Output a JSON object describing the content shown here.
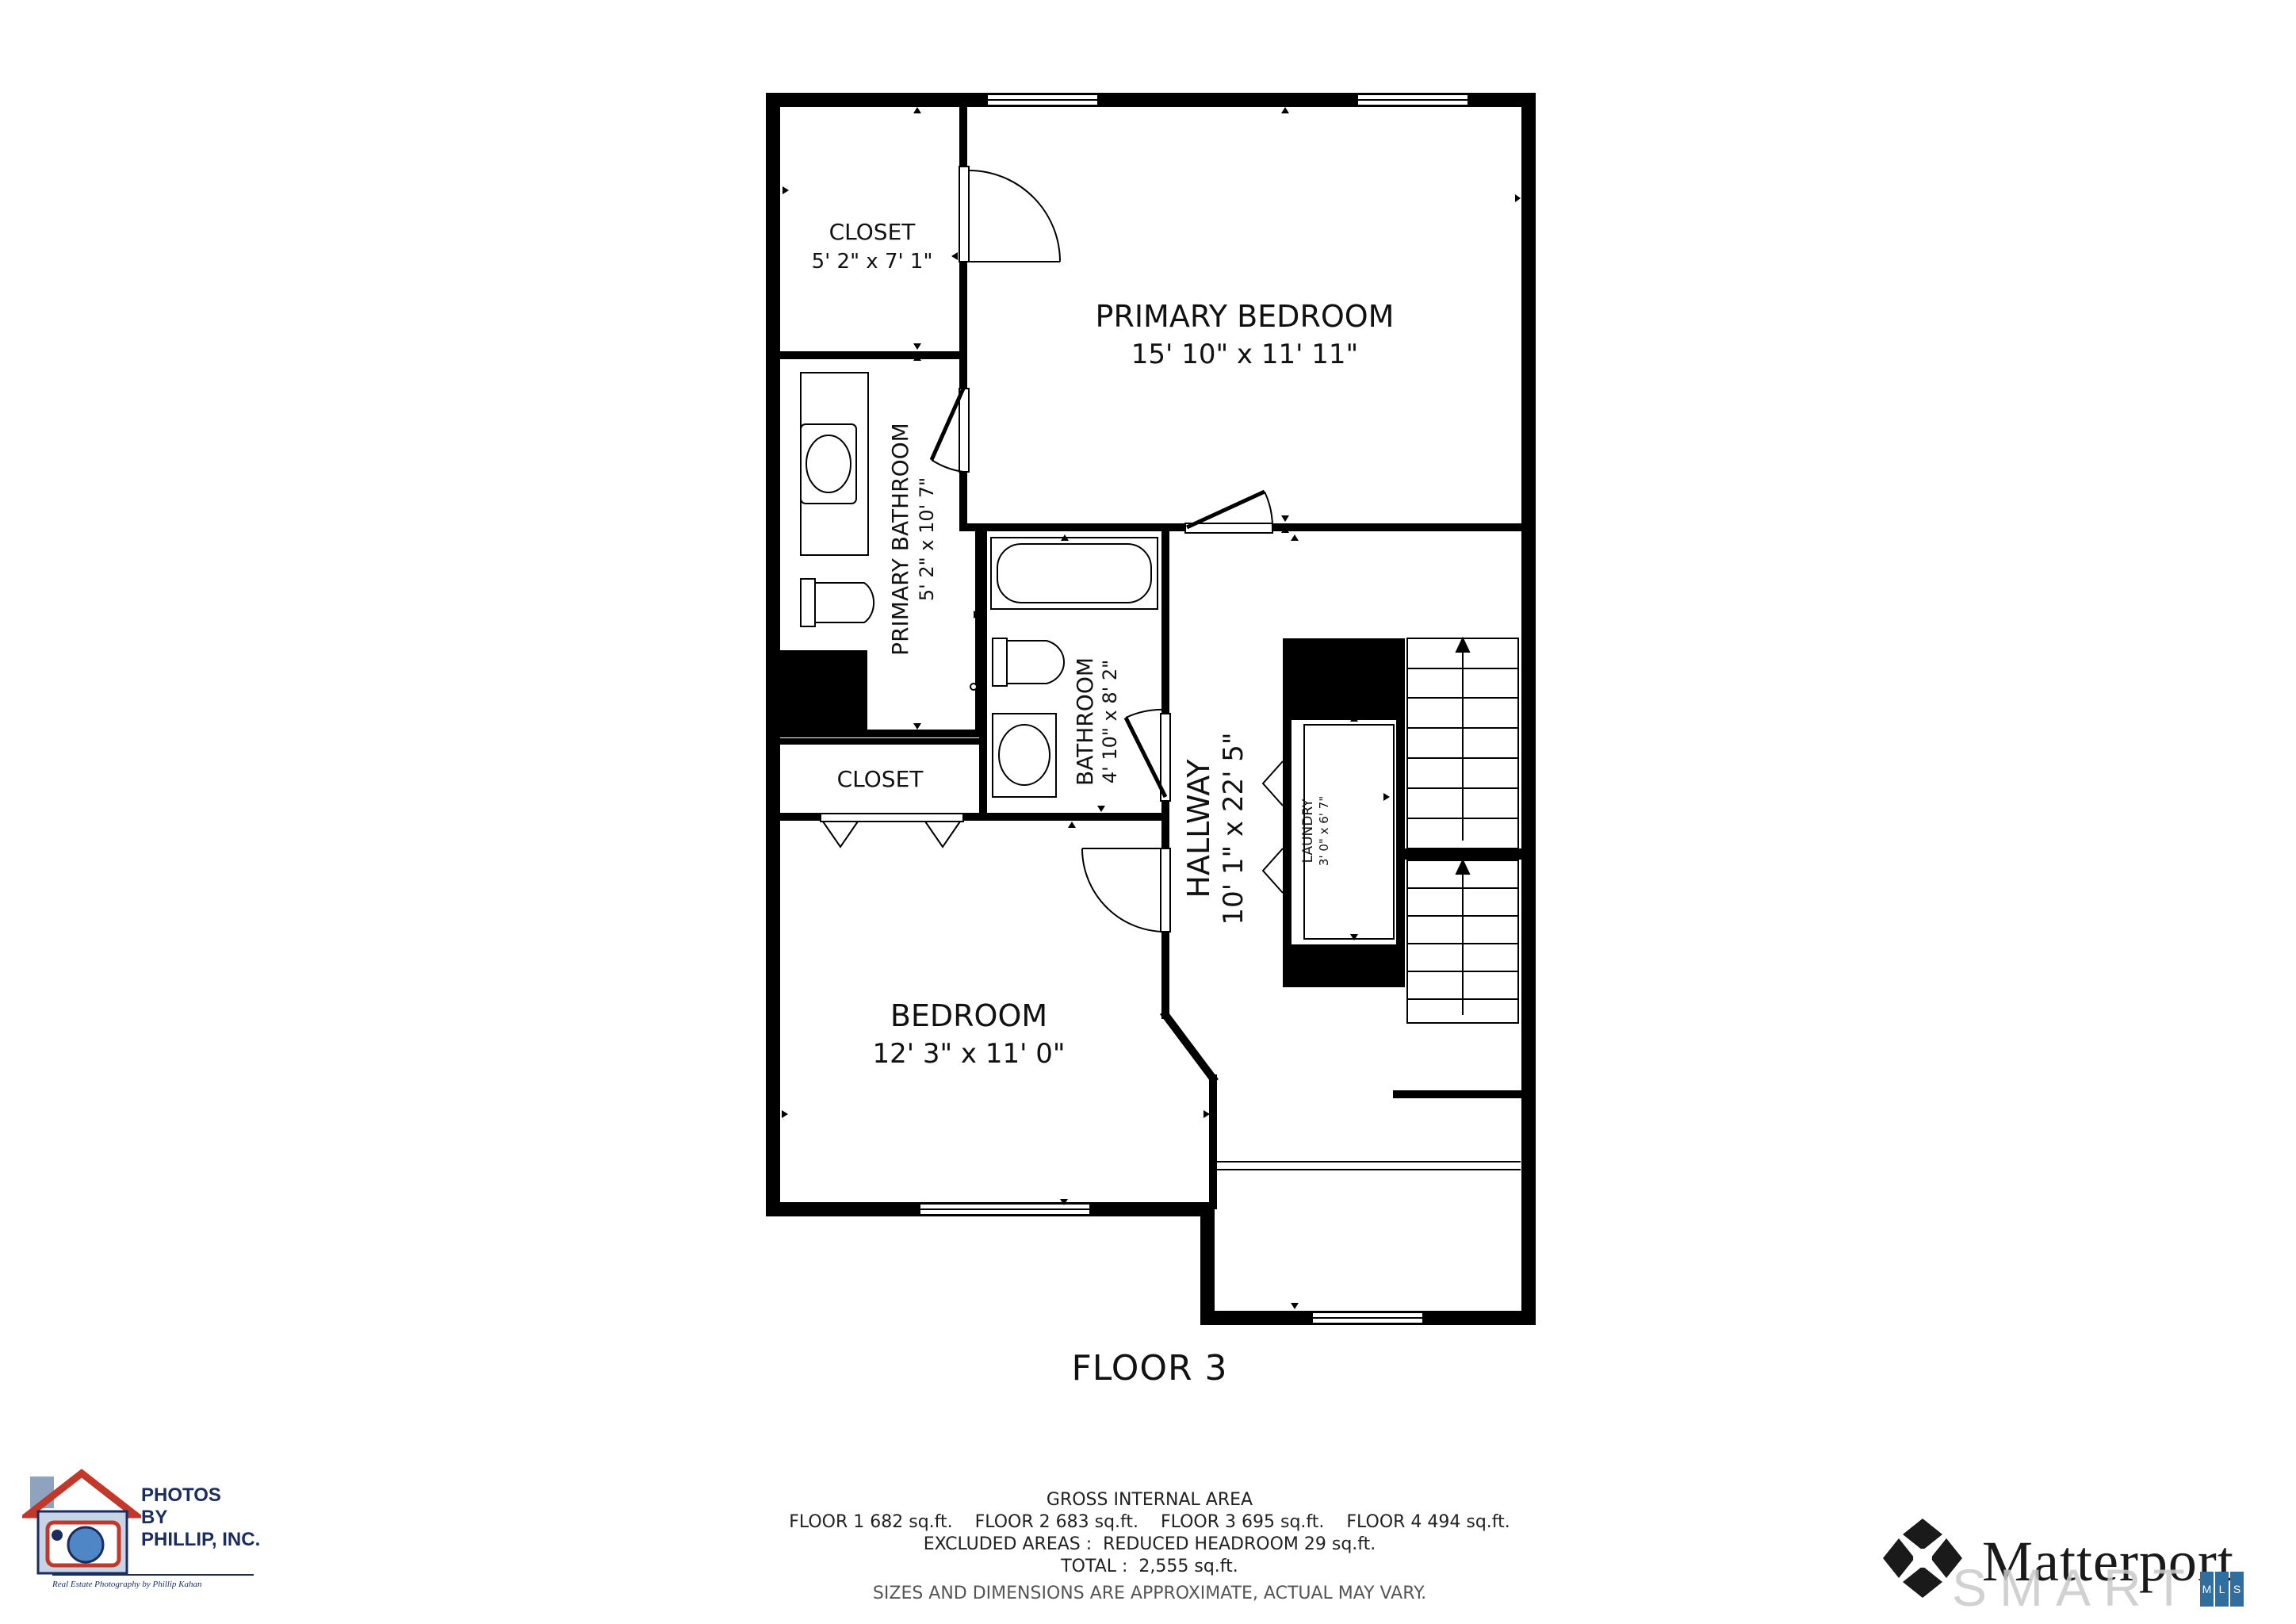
{
  "floor_title": "FLOOR 3",
  "rooms": {
    "closet_top": {
      "name": "CLOSET",
      "dims": "5' 2\" x 7' 1\""
    },
    "primary_bedroom": {
      "name": "PRIMARY BEDROOM",
      "dims": "15' 10\" x 11' 11\""
    },
    "primary_bathroom": {
      "name": "PRIMARY BATHROOM",
      "dims": "5' 2\" x 10' 7\""
    },
    "bathroom": {
      "name": "BATHROOM",
      "dims": "4' 10\" x 8' 2\""
    },
    "closet_mid": {
      "name": "CLOSET"
    },
    "hallway": {
      "name": "HALLWAY",
      "dims": "10' 1\" x 22' 5\""
    },
    "laundry": {
      "name": "LAUNDRY",
      "dims": "3' 0\" x 6' 7\""
    },
    "bedroom": {
      "name": "BEDROOM",
      "dims": "12' 3\" x 11' 0\""
    }
  },
  "area_summary": {
    "heading": "GROSS INTERNAL AREA",
    "floors_line": "FLOOR 1 682 sq.ft.    FLOOR 2 683 sq.ft.    FLOOR 3 695 sq.ft.    FLOOR 4 494 sq.ft.",
    "excluded_line": "EXCLUDED AREAS :  REDUCED HEADROOM 29 sq.ft.",
    "total_line": "TOTAL :  2,555 sq.ft.",
    "disclaimer": "SIZES AND DIMENSIONS ARE APPROXIMATE, ACTUAL MAY VARY."
  },
  "branding": {
    "photographer_name": "PHOTOS BY PHILLIP, INC.",
    "photographer_line1": "PHOTOS",
    "photographer_line2": "BY",
    "photographer_line3": "PHILLIP, INC.",
    "photographer_tagline": "Real Estate Photography by Phillip Kahan",
    "matterport": "Matterport",
    "smart_mls": "SMART",
    "mls": [
      "M",
      "L",
      "S"
    ]
  },
  "colors": {
    "wall": "#000000",
    "background": "#ffffff",
    "brand_navy": "#1b2d5e",
    "brand_red": "#c0392b",
    "mls_blue": "#2f6e9e"
  }
}
